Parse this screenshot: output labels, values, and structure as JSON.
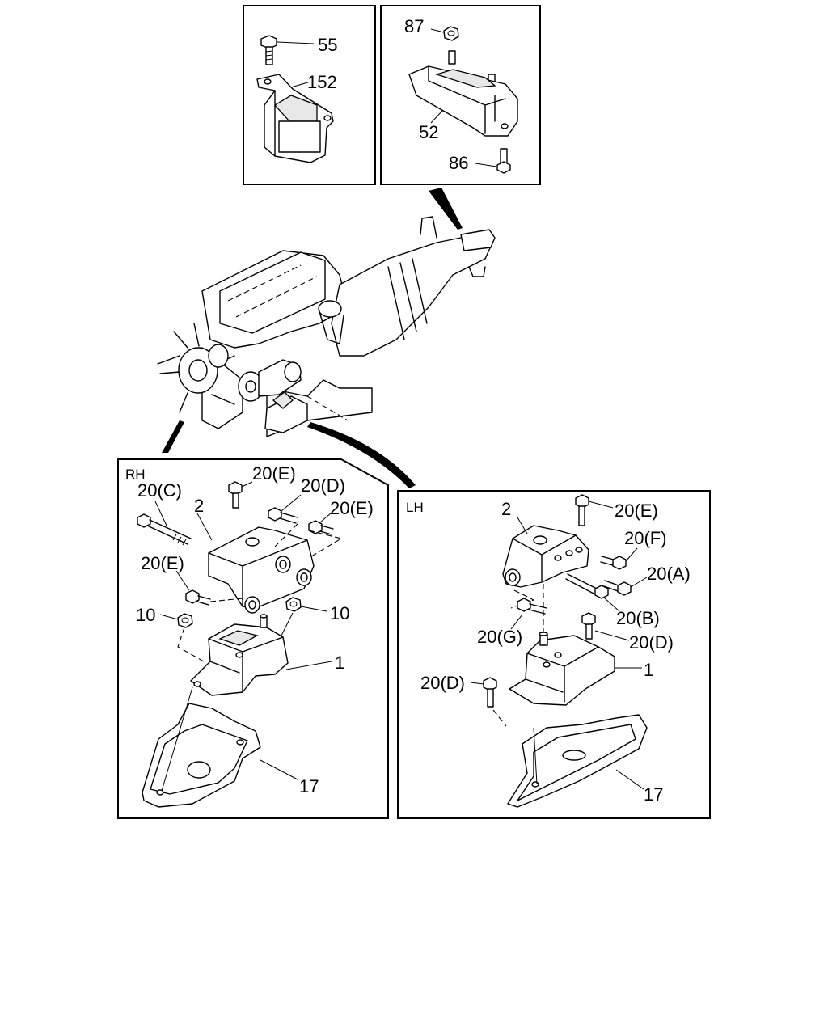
{
  "diagram": {
    "top_left_panel": {
      "labels": [
        "55",
        "152"
      ]
    },
    "top_right_panel": {
      "labels": [
        "87",
        "52",
        "86"
      ]
    },
    "rh_panel": {
      "side_label": "RH",
      "labels": {
        "c": "20(C)",
        "two": "2",
        "e_top": "20(E)",
        "d": "20(D)",
        "e_right": "20(E)",
        "e_left": "20(E)",
        "ten_left": "10",
        "ten_right": "10",
        "one": "1",
        "seventeen": "17"
      }
    },
    "lh_panel": {
      "side_label": "LH",
      "labels": {
        "two": "2",
        "e": "20(E)",
        "f": "20(F)",
        "a": "20(A)",
        "b": "20(B)",
        "g": "20(G)",
        "d_right": "20(D)",
        "one": "1",
        "d_left": "20(D)",
        "seventeen": "17"
      }
    }
  }
}
